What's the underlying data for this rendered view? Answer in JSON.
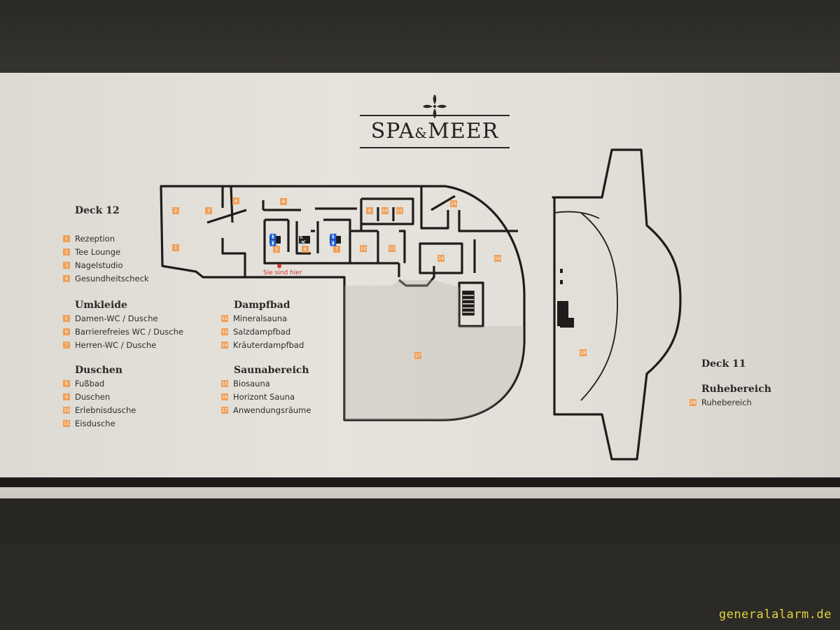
{
  "brand": {
    "name_left": "SPA",
    "ampersand": "&",
    "name_right": "MEER"
  },
  "deck12": {
    "title": "Deck 12",
    "groups": [
      {
        "heading": "",
        "items": [
          {
            "num": "1",
            "label": "Rezeption"
          },
          {
            "num": "2",
            "label": "Tee Lounge"
          },
          {
            "num": "3",
            "label": "Nagelstudio"
          },
          {
            "num": "4",
            "label": "Gesundheitscheck"
          }
        ]
      },
      {
        "heading": "Umkleide",
        "items": [
          {
            "num": "5",
            "label": "Damen-WC / Dusche"
          },
          {
            "num": "6",
            "label": "Barrierefreies WC / Dusche"
          },
          {
            "num": "7",
            "label": "Herren-WC / Dusche"
          }
        ]
      },
      {
        "heading": "Duschen",
        "items": [
          {
            "num": "8",
            "label": "Fußbad"
          },
          {
            "num": "9",
            "label": "Duschen"
          },
          {
            "num": "10",
            "label": "Erlebnisdusche"
          },
          {
            "num": "11",
            "label": "Eisdusche"
          }
        ]
      },
      {
        "heading": "Dampfbad",
        "items": [
          {
            "num": "12",
            "label": "Mineralsauna"
          },
          {
            "num": "13",
            "label": "Salzdampfbad"
          },
          {
            "num": "14",
            "label": "Kräuterdampfbad"
          }
        ]
      },
      {
        "heading": "Saunabereich",
        "items": [
          {
            "num": "15",
            "label": "Biosauna"
          },
          {
            "num": "16",
            "label": "Horizont Sauna"
          },
          {
            "num": "17",
            "label": "Anwendungsräume"
          }
        ]
      }
    ]
  },
  "deck11": {
    "title": "Deck 11",
    "groups": [
      {
        "heading": "Ruhebereich",
        "items": [
          {
            "num": "18",
            "label": "Ruhebereich"
          }
        ]
      }
    ]
  },
  "map": {
    "you_are_here": "Sie sind hier",
    "room_numbers": [
      "1",
      "2",
      "3",
      "4",
      "5",
      "6",
      "7",
      "8",
      "9",
      "10",
      "11",
      "12",
      "13",
      "14",
      "15",
      "16",
      "17",
      "18"
    ],
    "wc_symbol": "🚹🚺",
    "accessible_symbol": "♿🚿"
  },
  "colors": {
    "badge": "#f0a05a",
    "you_marker": "#d4322c",
    "walls": "#1e1d1b",
    "watermark": "#e3d33a"
  },
  "watermark": "generalalarm.de"
}
